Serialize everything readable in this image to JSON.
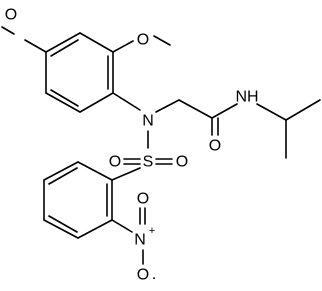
{
  "molecule": {
    "labels": {
      "methoxy_o_left": "O",
      "methoxy_o_top": "O",
      "amine_n": "N",
      "sulfonyl_s": "S",
      "sulfonyl_o_left": "O",
      "sulfonyl_o_right": "O",
      "carbonyl_o": "O",
      "amide_nh": "NH",
      "nitro_n_plus": "N",
      "nitro_o_top": "O",
      "nitro_o_bottom": "O",
      "nitro_charge": "+",
      "nitro_radical": "·"
    },
    "colors": {
      "bond": "#000000",
      "text": "#000000",
      "background": "#ffffff"
    }
  }
}
